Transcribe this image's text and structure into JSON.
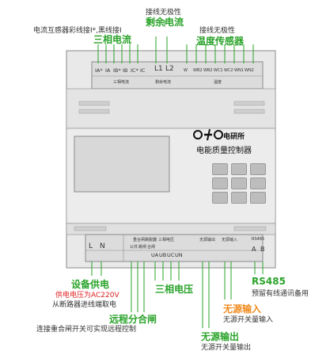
{
  "top": {
    "reverse_label": "接线无极性",
    "residual_title": "剩余电流",
    "ct_note": "电流互感器彩线接I*,黑线接I",
    "three_phase_current": "三相电流",
    "temp_note": "接线无极性",
    "temp_title": "温度传感器"
  },
  "device": {
    "top_terminals": [
      "IA*",
      "IA",
      "IB*",
      "IB",
      "IC*",
      "IC",
      "L1",
      "L2",
      "W",
      "WB2",
      "WB2",
      "WC1",
      "WC2",
      "WN1",
      "WN2"
    ],
    "top_group_labels": [
      "三相电流",
      "剩余电流",
      "温度"
    ],
    "brand": "电研所",
    "product": "电能质量控制器",
    "bottom_group_labels": [
      "重合闸跳脱器",
      "三相电压",
      "无源输出",
      "无源输入",
      "RS485"
    ],
    "bottom_sub_labels": [
      "公共",
      "跳闸",
      "合闸"
    ],
    "bottom_terminals": [
      "L",
      "N",
      "UA",
      "UB",
      "UC",
      "UN",
      "A",
      "B"
    ]
  },
  "bottom": {
    "power_title": "设备供电",
    "power_voltage": "供电电压为AC220V",
    "power_note": "从断路器进线端取电",
    "remote_title": "远程分合闸",
    "remote_note": "连接重合闸开关可实现远程控制",
    "voltage_title": "三相电压",
    "output_title": "无源输出",
    "output_note": "无源开关量输出",
    "input_title": "无源输入",
    "input_note": "无源开关量输入",
    "rs485_title": "RS485",
    "rs485_note": "预留有线通讯备用"
  }
}
